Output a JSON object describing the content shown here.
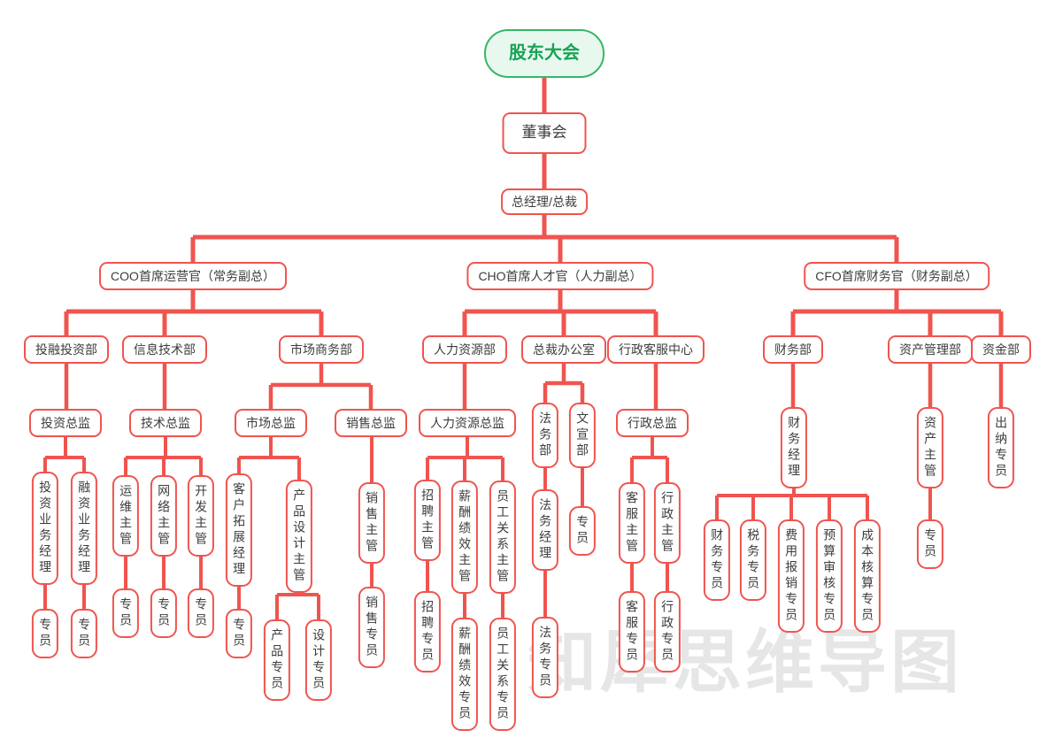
{
  "watermark": "知犀思维导图",
  "colors": {
    "line": "#f0544f",
    "root_border": "#35b768",
    "root_fill": "#e9f8ef",
    "root_text": "#18a355",
    "node_text": "#3d3d3d"
  },
  "nodes": {
    "root": {
      "label": "股东大会"
    },
    "board": {
      "label": "董事会"
    },
    "gm": {
      "label": "总经理/总裁"
    },
    "coo": {
      "label": "COO首席运营官（常务副总）"
    },
    "cho": {
      "label": "CHO首席人才官（人力副总）"
    },
    "cfo": {
      "label": "CFO首席财务官（财务副总）"
    },
    "dept_invest": {
      "label": "投融投资部"
    },
    "dept_it": {
      "label": "信息技术部"
    },
    "dept_market": {
      "label": "市场商务部"
    },
    "dept_hr": {
      "label": "人力资源部"
    },
    "dept_office": {
      "label": "总裁办公室"
    },
    "dept_admin": {
      "label": "行政客服中心"
    },
    "dept_finance": {
      "label": "财务部"
    },
    "dept_asset": {
      "label": "资产管理部"
    },
    "dept_fund": {
      "label": "资金部"
    },
    "dir_invest": {
      "label": "投资总监"
    },
    "dir_tech": {
      "label": "技术总监"
    },
    "dir_market": {
      "label": "市场总监"
    },
    "dir_sales": {
      "label": "销售总监"
    },
    "dir_hr": {
      "label": "人力资源总监"
    },
    "dir_admin": {
      "label": "行政总监"
    },
    "legal_dept": {
      "label": "法务部"
    },
    "pr_dept": {
      "label": "文宣部"
    },
    "mgr_finance": {
      "label": "财务经理"
    },
    "sup_asset": {
      "label": "资产主管"
    },
    "cashier": {
      "label": "出纳专员"
    },
    "mgr_invest_biz": {
      "label": "投资业务经理"
    },
    "mgr_financing_biz": {
      "label": "融资业务经理"
    },
    "sup_ops": {
      "label": "运维主管"
    },
    "sup_network": {
      "label": "网络主管"
    },
    "sup_dev": {
      "label": "开发主管"
    },
    "mgr_client": {
      "label": "客户拓展经理"
    },
    "sup_product_design": {
      "label": "产品设计主管"
    },
    "sup_sales": {
      "label": "销售主管"
    },
    "sup_recruit": {
      "label": "招聘主管"
    },
    "sup_comp": {
      "label": "薪酬绩效主管"
    },
    "sup_employee": {
      "label": "员工关系主管"
    },
    "mgr_legal": {
      "label": "法务经理"
    },
    "sup_cs": {
      "label": "客服主管"
    },
    "sup_admin": {
      "label": "行政主管"
    },
    "sp_invest": {
      "label": "专员"
    },
    "sp_financing": {
      "label": "专员"
    },
    "sp_ops": {
      "label": "专员"
    },
    "sp_network": {
      "label": "专员"
    },
    "sp_dev": {
      "label": "专员"
    },
    "sp_client": {
      "label": "专员"
    },
    "sp_product": {
      "label": "产品专员"
    },
    "sp_design": {
      "label": "设计专员"
    },
    "sp_sales": {
      "label": "销售专员"
    },
    "sp_recruit": {
      "label": "招聘专员"
    },
    "sp_comp": {
      "label": "薪酬绩效专员"
    },
    "sp_employee": {
      "label": "员工关系专员"
    },
    "sp_legal": {
      "label": "法务专员"
    },
    "sp_pr": {
      "label": "专员"
    },
    "sp_cs": {
      "label": "客服专员"
    },
    "sp_admin": {
      "label": "行政专员"
    },
    "sp_fin": {
      "label": "财务专员"
    },
    "sp_tax": {
      "label": "税务专员"
    },
    "sp_expense": {
      "label": "费用报销专员"
    },
    "sp_budget": {
      "label": "预算审核专员"
    },
    "sp_cost": {
      "label": "成本核算专员"
    },
    "sp_asset": {
      "label": "专员"
    }
  }
}
